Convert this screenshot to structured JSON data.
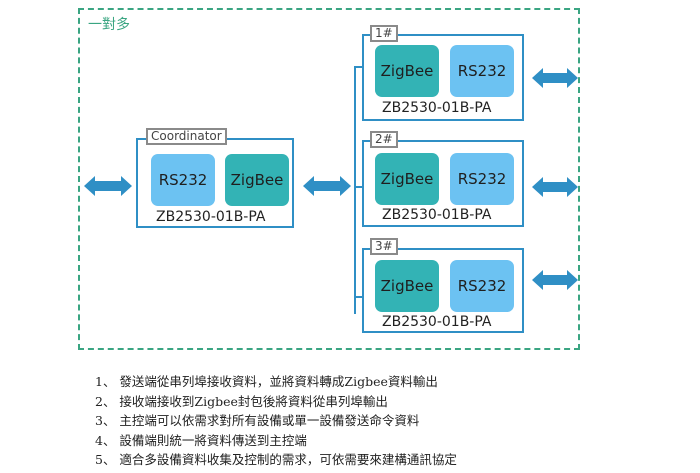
{
  "frame_title": "一對多",
  "coordinator": {
    "tag": "Coordinator",
    "chip_left": "RS232",
    "chip_right": "ZigBee",
    "model": "ZB2530-01B-PA"
  },
  "devices": [
    {
      "tag": "1#",
      "chip_left": "ZigBee",
      "chip_right": "RS232",
      "model": "ZB2530-01B-PA"
    },
    {
      "tag": "2#",
      "chip_left": "ZigBee",
      "chip_right": "RS232",
      "model": "ZB2530-01B-PA"
    },
    {
      "tag": "3#",
      "chip_left": "ZigBee",
      "chip_right": "RS232",
      "model": "ZB2530-01B-PA"
    }
  ],
  "notes": [
    "1、 發送端從串列埠接收資料，並將資料轉成Zigbee資料輸出",
    "2、 接收端接收到Zigbee封包後將資料從串列埠輸出",
    "3、 主控端可以依需求對所有設備或單一設備發送命令資料",
    "4、 設備端則統一將資料傳送到主控端",
    "5、 適合多設備資料收集及控制的需求，可依需要來建構通訊協定"
  ],
  "colors": {
    "frame": "#3aa582",
    "module_border": "#2f8fc5",
    "zigbee_chip": "#33b3b5",
    "rs232_chip": "#6cc2f2",
    "arrow": "#2f8fc5"
  }
}
